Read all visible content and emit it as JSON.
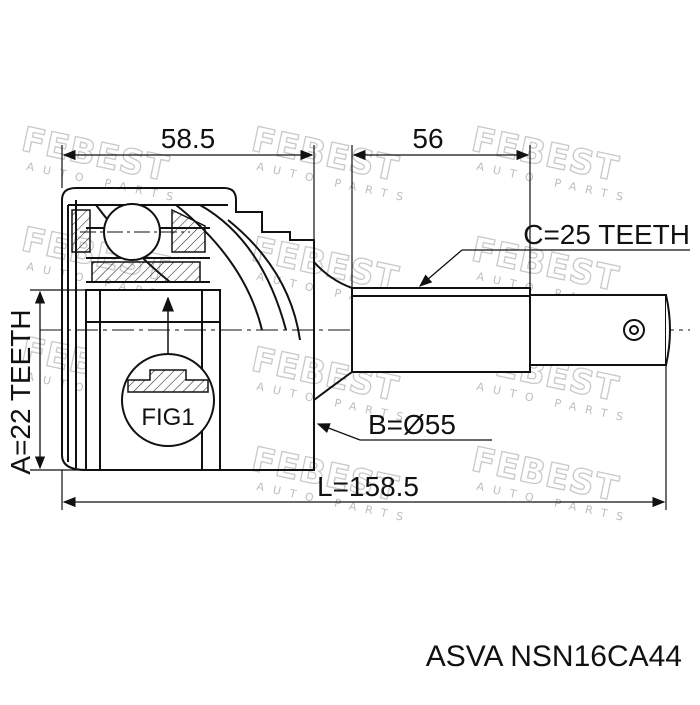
{
  "diagram": {
    "dim_top_left": "58.5",
    "dim_top_right": "56",
    "label_c": "C=25 TEETH",
    "label_b": "B=Ø55",
    "label_l": "L=158.5",
    "label_a": "A=22 TEETH",
    "fig_label": "FIG1",
    "watermark_brand": "FEBEST",
    "watermark_sub": "AUTO PARTS"
  },
  "caption": {
    "brand": "ASVA",
    "part_number": "NSN16CA44"
  }
}
